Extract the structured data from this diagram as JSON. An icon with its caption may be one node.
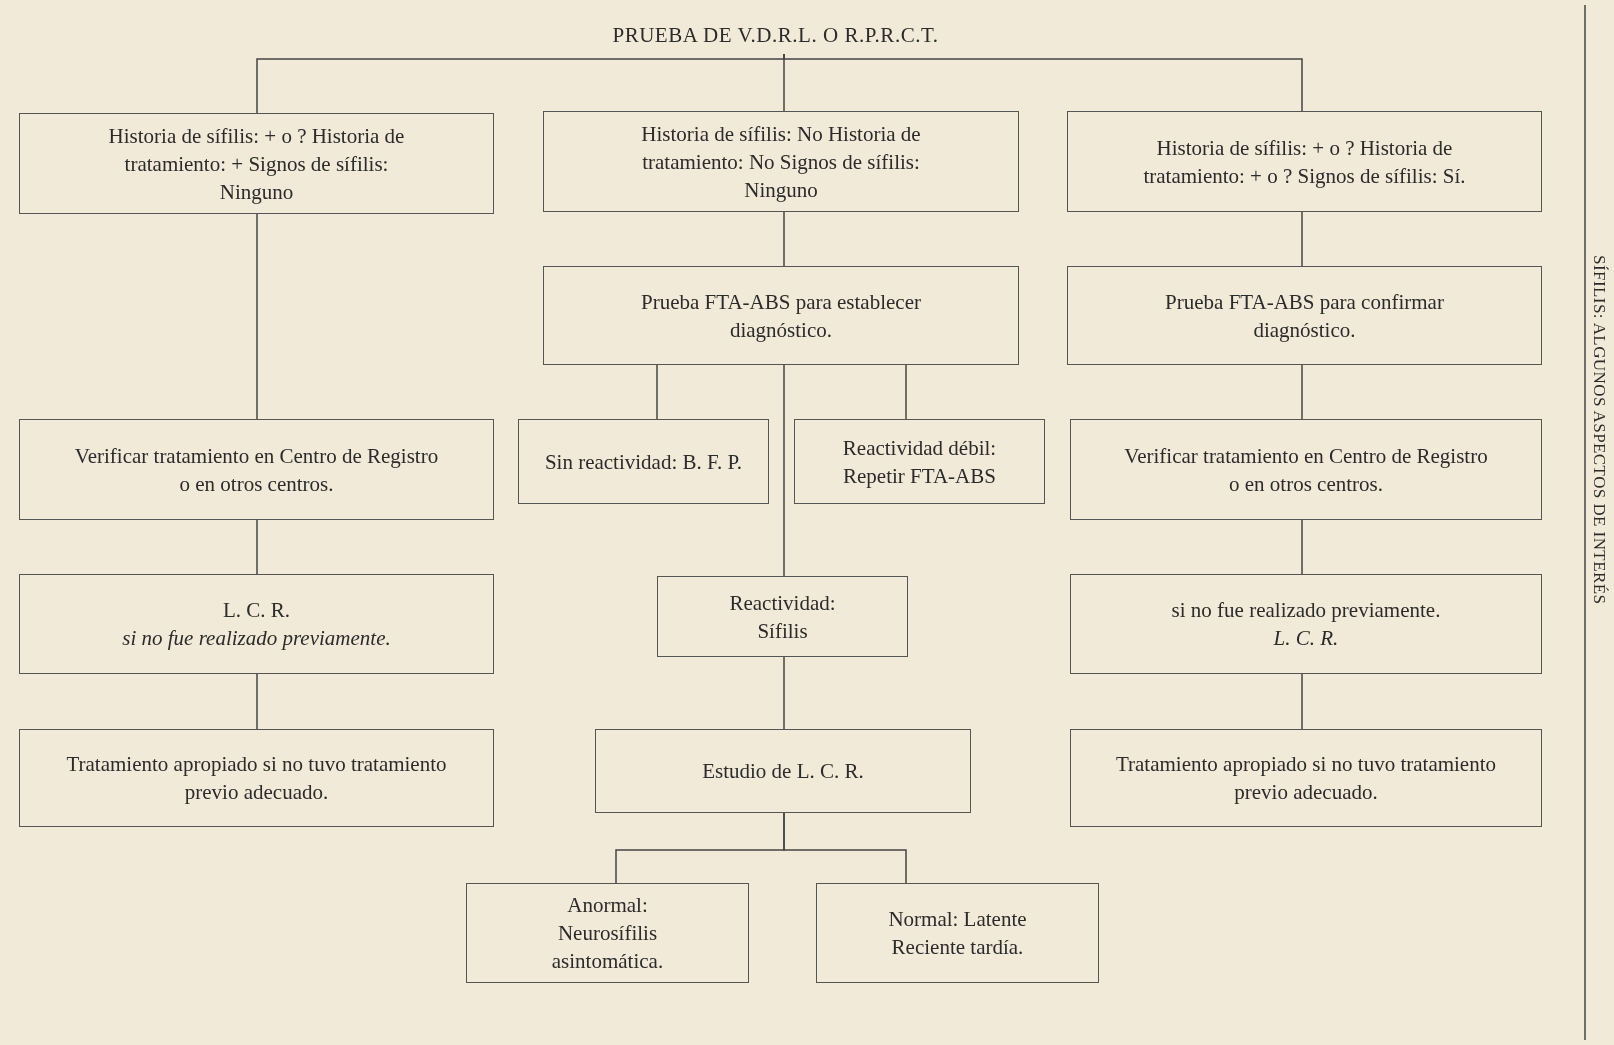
{
  "diagram": {
    "nodes": [
      {
        "text": [
          "PRUEBA DE V.D.R.L. O R.P.R.C.T."
        ]
      },
      {
        "text": [
          "Historia de sífilis: + o ? Historia de tratamiento: + Signos de sífilis: Ninguno"
        ]
      },
      {
        "text": [
          "Historia de sífilis: No Historia de tratamiento: No Signos de sífilis: Ninguno"
        ]
      },
      {
        "text": [
          "Historia de sífilis: + o ? Historia de tratamiento: + o ? Signos de sífilis: Sí."
        ]
      },
      {
        "text": [
          "Prueba FTA-ABS para establecer diagnóstico."
        ]
      },
      {
        "text": [
          "Prueba FTA-ABS para confirmar diagnóstico."
        ]
      },
      {
        "text": [
          "Verificar tratamiento en Centro de Registro o en otros centros."
        ]
      },
      {
        "text": [
          "Sin reactividad: B. F. P."
        ]
      },
      {
        "text": [
          "Reactividad débil: Repetir FTA-ABS"
        ]
      },
      {
        "text": [
          "Verificar tratamiento en Centro de Registro o en otros centros."
        ]
      },
      {
        "text": [
          "L. C. R.",
          "si no fue realizado previamente."
        ]
      },
      {
        "text": [
          "Reactividad: Sífilis"
        ]
      },
      {
        "text": [
          "si no fue realizado previamente.",
          "L. C. R."
        ]
      },
      {
        "text": [
          "Tratamiento apropiado si no tuvo tratamiento previo adecuado."
        ]
      },
      {
        "text": [
          "Estudio de L. C. R."
        ]
      },
      {
        "text": [
          "Tratamiento apropiado si no tuvo tratamiento previo adecuado."
        ]
      },
      {
        "text": [
          "Anormal: Neurosífilis asintomática."
        ]
      },
      {
        "text": [
          "Normal: Latente Reciente tardía."
        ]
      }
    ],
    "edges": [
      {
        "from": 0,
        "to": 1,
        "arrow": "none"
      },
      {
        "from": 0,
        "to": 2,
        "arrow": "none"
      },
      {
        "from": 0,
        "to": 3,
        "arrow": "none"
      },
      {
        "from": 1,
        "to": 6,
        "arrow": "none"
      },
      {
        "from": 6,
        "to": 10,
        "arrow": "none"
      },
      {
        "from": 10,
        "to": 13,
        "arrow": "none"
      },
      {
        "from": 2,
        "to": 4,
        "arrow": "none"
      },
      {
        "from": 4,
        "to": 7,
        "arrow": "none"
      },
      {
        "from": 4,
        "to": 8,
        "arrow": "none"
      },
      {
        "from": 4,
        "to": 11,
        "arrow": "none"
      },
      {
        "from": 11,
        "to": 14,
        "arrow": "none"
      },
      {
        "from": 14,
        "to": 16,
        "arrow": "none"
      },
      {
        "from": 14,
        "to": 17,
        "arrow": "none"
      },
      {
        "from": 3,
        "to": 5,
        "arrow": "none"
      },
      {
        "from": 5,
        "to": 9,
        "arrow": "none"
      },
      {
        "from": 9,
        "to": 12,
        "arrow": "none"
      },
      {
        "from": 12,
        "to": 15,
        "arrow": "none"
      }
    ],
    "labels": [
      "SÍFILIS: ALGUNOS ASPECTOS DE INTERÉS"
    ]
  }
}
